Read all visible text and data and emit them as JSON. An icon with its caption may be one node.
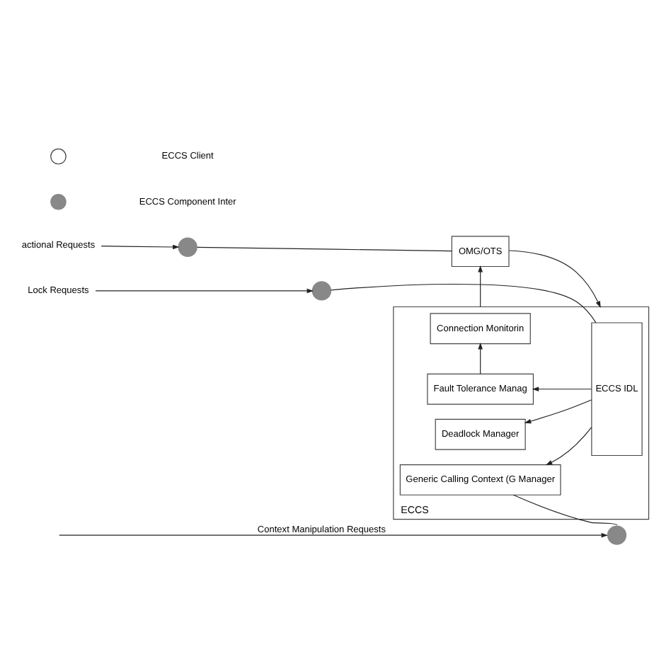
{
  "diagram": {
    "nodes": [
      {
        "text": [
          "actional Requests"
        ]
      },
      {
        "text": [],
        "shape": "circle"
      },
      {
        "text": [
          "OMG/OTS"
        ]
      },
      {
        "text": [
          "ECCS"
        ]
      },
      {
        "text": [
          "ECCS IDL"
        ],
        "in": 3
      },
      {
        "text": [
          "Connection Monitorin"
        ],
        "in": 3
      },
      {
        "text": [
          "Fault Tolerance Manag"
        ],
        "in": 3
      },
      {
        "text": [
          "Deadlock Manager"
        ],
        "in": 3
      },
      {
        "text": [
          "Generic Calling Context (G Manager"
        ],
        "in": 3
      },
      {
        "text": [
          "Lock Requests"
        ]
      },
      {
        "text": [],
        "shape": "circle"
      },
      {
        "text": [],
        "shape": "circle"
      }
    ],
    "edges": [
      {
        "from": 0,
        "to": 1,
        "arrow": "to"
      },
      {
        "from": 1,
        "to": 2,
        "arrow": "none"
      },
      {
        "from": 2,
        "to": 3,
        "arrow": "to"
      },
      {
        "from": 3,
        "to": 2,
        "arrow": "to"
      },
      {
        "from": 9,
        "to": 10,
        "arrow": "to"
      },
      {
        "from": 10,
        "to": 4,
        "arrow": "none"
      },
      {
        "from": 4,
        "to": 6,
        "arrow": "to"
      },
      {
        "from": 4,
        "to": 7,
        "arrow": "to"
      },
      {
        "from": 4,
        "to": 8,
        "arrow": "to"
      },
      {
        "from": 6,
        "to": 5,
        "arrow": "to"
      },
      {
        "from": 8,
        "to": 11,
        "arrow": "none"
      },
      {
        "from": null,
        "to": 11,
        "arrow": "to",
        "label": "Context Manipulation Requests"
      }
    ],
    "legend": [
      {
        "text": "ECCS Client"
      },
      {
        "text": "ECCS Component Inter"
      }
    ]
  }
}
